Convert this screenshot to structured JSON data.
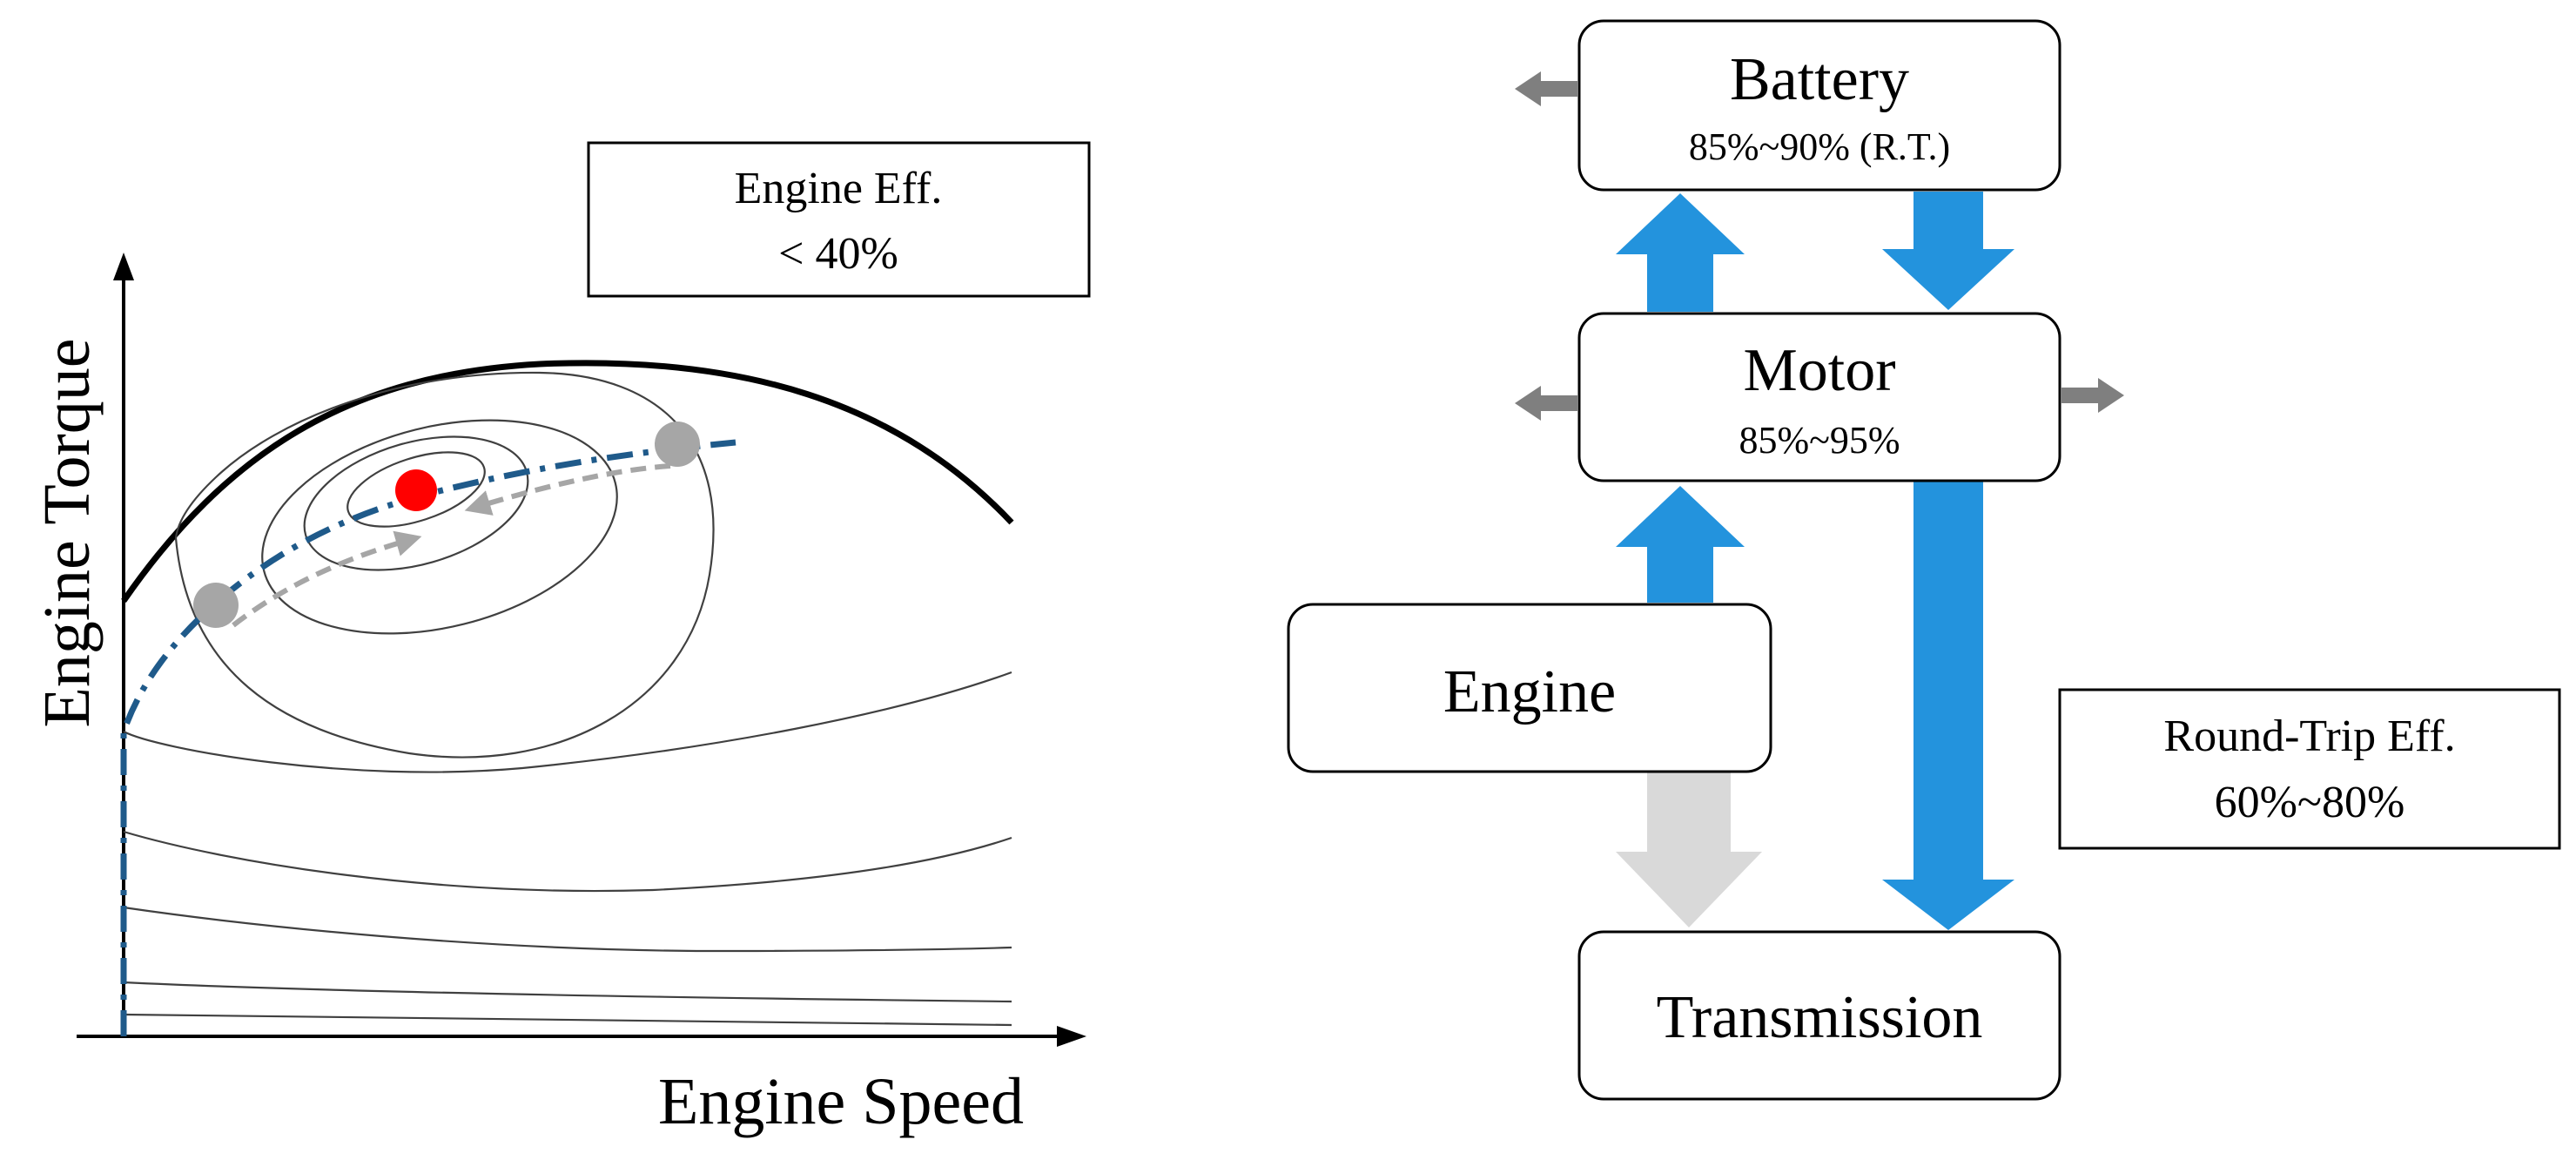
{
  "colors": {
    "blue_arrow": "#2393DD",
    "grey_arrow_light": "#D9D9D9",
    "grey_arrow_dark": "#7F7F7F",
    "operating_line": "#1F5A8A",
    "optimal_point": "#FF0000",
    "operating_point": "#A6A6A6"
  },
  "left_map": {
    "y_axis_label": "Engine Torque",
    "x_axis_label": "Engine Speed",
    "efficiency_box": {
      "line1": "Engine Eff.",
      "line2": "< 40%"
    }
  },
  "right_diagram": {
    "battery": {
      "title": "Battery",
      "subtitle": "85%~90% (R.T.)"
    },
    "motor": {
      "title": "Motor",
      "subtitle": "85%~95%"
    },
    "engine": {
      "title": "Engine"
    },
    "transmission": {
      "title": "Transmission"
    },
    "round_trip_box": {
      "line1": "Round-Trip Eff.",
      "line2": "60%~80%"
    }
  }
}
